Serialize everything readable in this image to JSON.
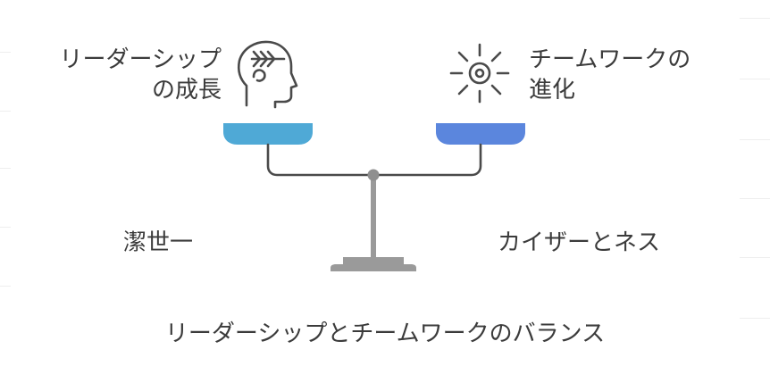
{
  "left_goal": {
    "line1": "リーダーシップ",
    "line2": "の成長",
    "icon": "head-growth-icon",
    "pan_color": "#4fa9d6"
  },
  "right_goal": {
    "line1": "チームワークの",
    "line2": "進化",
    "icon": "gear-sun-icon",
    "pan_color": "#5b86dd"
  },
  "left_factor": "潔世一",
  "right_factor": "カイザーとネス",
  "caption": "リーダーシップとチームワークのバランス",
  "colors": {
    "line": "#4a4a4a",
    "base": "#9a9a9a",
    "pivot": "#8f8f8f"
  }
}
